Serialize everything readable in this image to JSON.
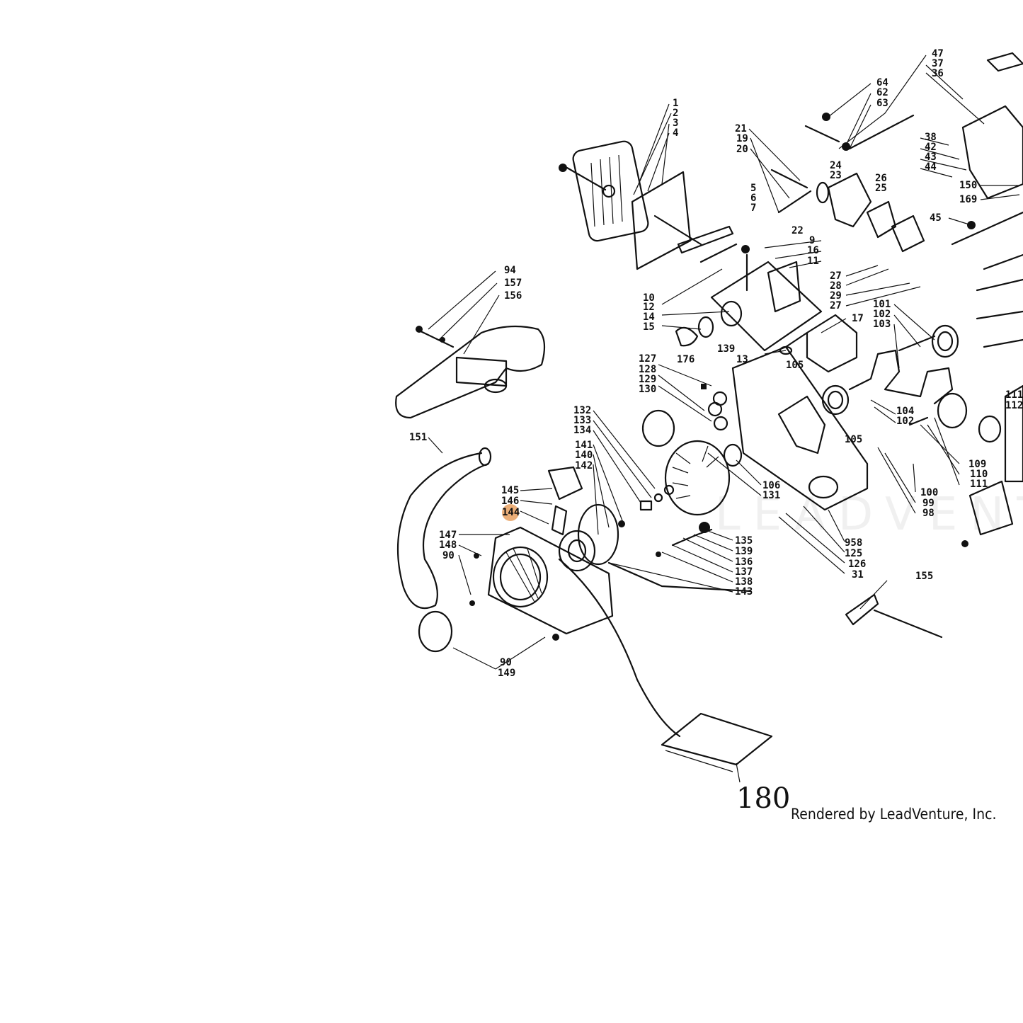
{
  "diagram": {
    "credit": "Rendered by LeadVenture, Inc.",
    "watermark": "LEADVENTURE",
    "handwritten_label": "180",
    "highlight_color": "#e8a060",
    "highlighted_part": "144",
    "callouts": [
      "1",
      "2",
      "3",
      "4",
      "5",
      "6",
      "7",
      "9",
      "16",
      "11",
      "10",
      "12",
      "14",
      "15",
      "21",
      "19",
      "20",
      "22",
      "24",
      "23",
      "26",
      "25",
      "27",
      "28",
      "29",
      "27",
      "17",
      "13",
      "139",
      "176",
      "105",
      "127",
      "128",
      "129",
      "130",
      "94",
      "157",
      "156",
      "151",
      "145",
      "146",
      "144",
      "147",
      "148",
      "90",
      "90",
      "149",
      "132",
      "133",
      "134",
      "141",
      "140",
      "142",
      "135",
      "139",
      "136",
      "137",
      "138",
      "143",
      "106",
      "131",
      "958",
      "125",
      "126",
      "31",
      "155",
      "101",
      "102",
      "103",
      "104",
      "102",
      "105",
      "100",
      "99",
      "98",
      "109",
      "110",
      "111",
      "111",
      "112",
      "47",
      "37",
      "36",
      "64",
      "62",
      "63",
      "38",
      "42",
      "43",
      "44",
      "150",
      "169",
      "45"
    ]
  }
}
